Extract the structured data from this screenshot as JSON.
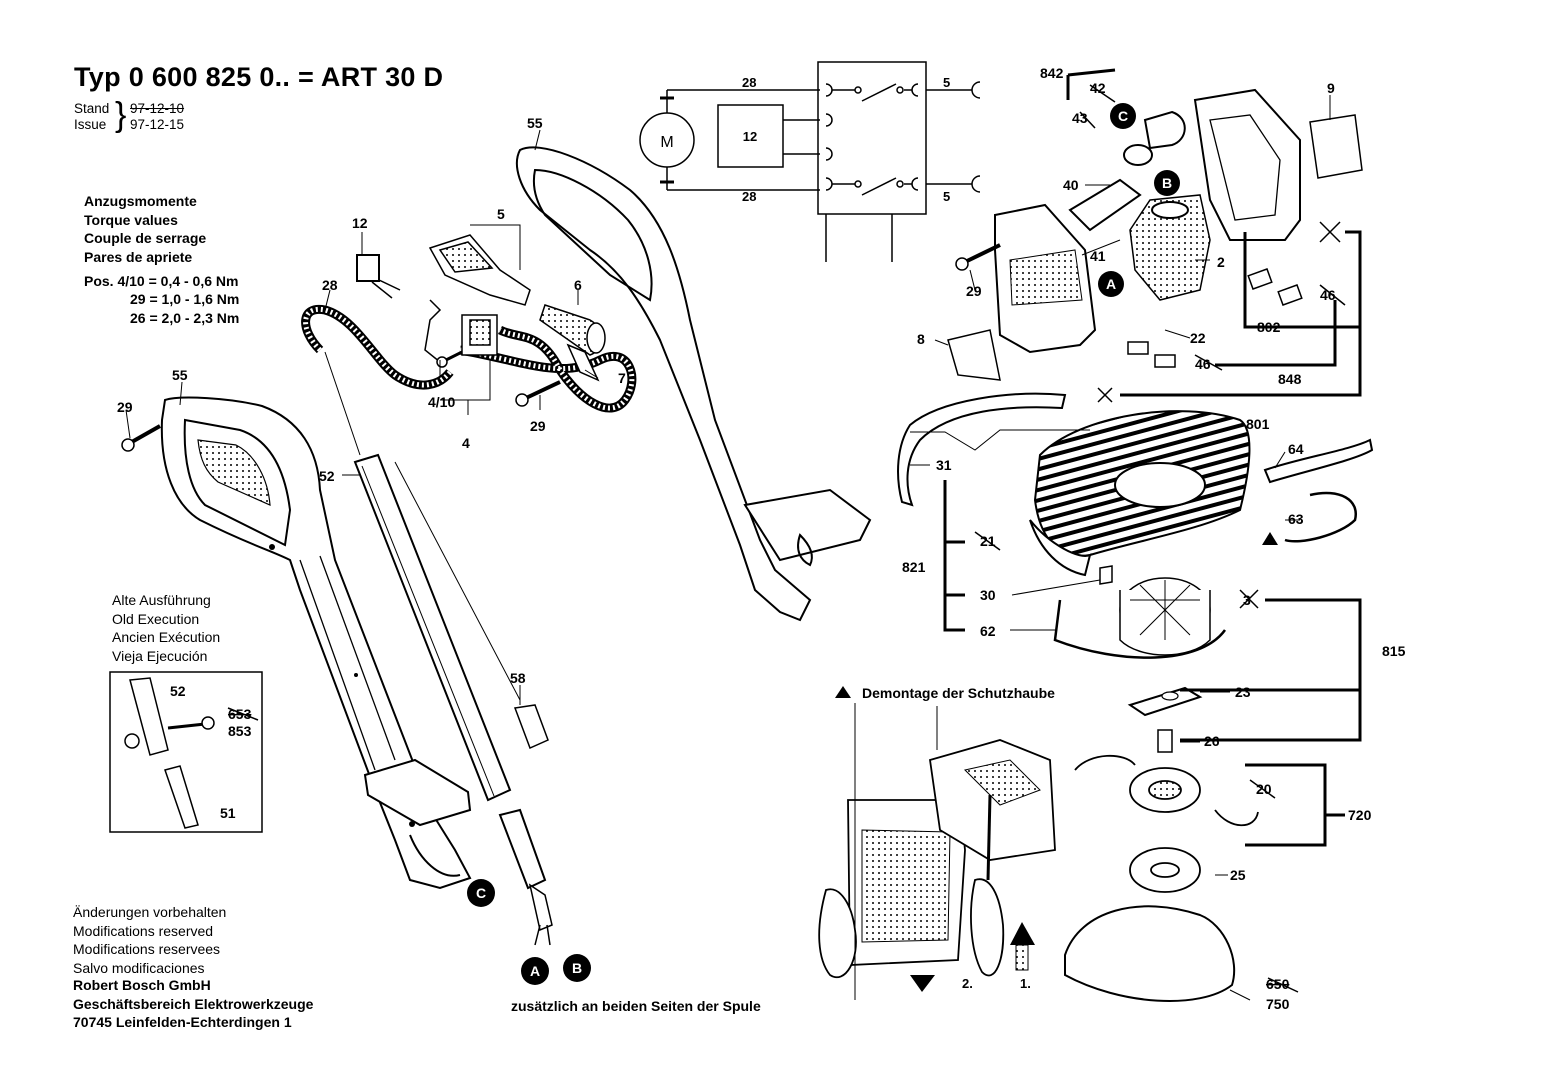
{
  "header": {
    "title": "Typ 0 600 825 0.. = ART 30 D",
    "stand_label": "Stand",
    "issue_label": "Issue",
    "stand_value_struck": "97-12-10",
    "issue_value": "97-12-15"
  },
  "torque": {
    "heading": [
      "Anzugsmomente",
      "Torque values",
      "Couple de serrage",
      "Pares de apriete"
    ],
    "lines": [
      "Pos. 4/10 = 0,4 - 0,6 Nm",
      "29 = 1,0 - 1,6 Nm",
      "26 = 2,0 - 2,3 Nm"
    ]
  },
  "old_execution": {
    "heading": [
      "Alte Ausführung",
      "Old Execution",
      "Ancien Exécution",
      "Vieja Ejecución"
    ],
    "labels": {
      "p52": "52",
      "p653": "653",
      "p853": "853",
      "p51": "51"
    }
  },
  "footer": {
    "changes": [
      "Änderungen vorbehalten",
      "Modifications reserved",
      "Modifications reservees",
      "Salvo modificaciones"
    ],
    "company": [
      "Robert Bosch GmbH",
      "Geschäftsbereich Elektrowerkzeuge",
      "70745 Leinfelden-Echterdingen 1"
    ]
  },
  "dismantle": {
    "title": "Demontage der Schutzhaube",
    "note": "zusätzlich an beiden Seiten der Spule",
    "step1": "1.",
    "step2": "2."
  },
  "wiring": {
    "motor": "M",
    "box": "12",
    "wire_top": "28",
    "wire_bottom": "28",
    "out_top": "5",
    "out_bottom": "5"
  },
  "callouts": {
    "A": "A",
    "B": "B",
    "C": "C"
  },
  "parts": {
    "p55a": "55",
    "p55b": "55",
    "p29a": "29",
    "p29b": "29",
    "p29c": "29",
    "p12": "12",
    "p5": "5",
    "p28": "28",
    "p6": "6",
    "p7": "7",
    "p4_10": "4/10",
    "p4": "4",
    "p52": "52",
    "p58": "58",
    "p842": "842",
    "p42": "42",
    "p43": "43",
    "p9": "9",
    "p40": "40",
    "p41": "41",
    "p2": "2",
    "p8": "8",
    "p22": "22",
    "p802": "802",
    "p46a": "46",
    "p46b": "46",
    "p848": "848",
    "p801": "801",
    "p64": "64",
    "p63": "63",
    "p31": "31",
    "p21": "21",
    "p821": "821",
    "p30": "30",
    "p3": "3",
    "p62": "62",
    "p815": "815",
    "p23": "23",
    "p26": "26",
    "p20": "20",
    "p720": "720",
    "p25": "25",
    "p650": "650",
    "p750": "750"
  }
}
